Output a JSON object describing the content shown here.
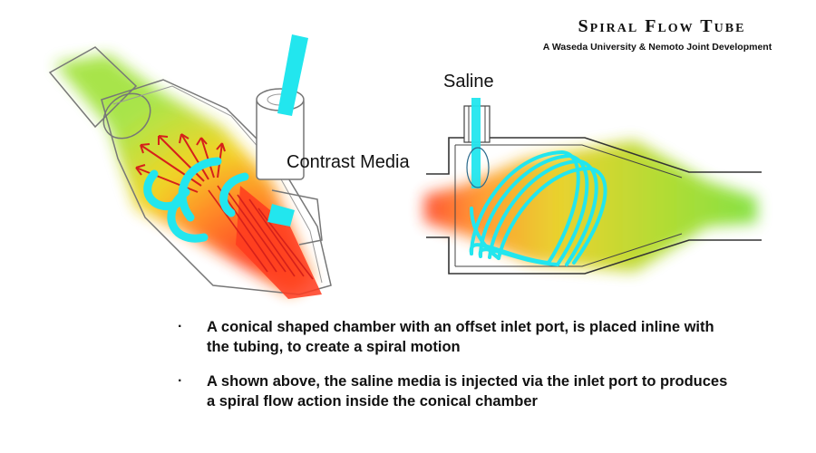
{
  "header": {
    "title": "Spiral Flow Tube",
    "subtitle": "A Waseda University & Nemoto Joint Development"
  },
  "labels": {
    "saline": "Saline",
    "contrast_media": "Contrast Media"
  },
  "bullets": [
    {
      "marker": "·",
      "line1": "A conical shaped chamber with an offset inlet port, is placed inline with",
      "line2": "the tubing, to create a spiral motion"
    },
    {
      "marker": "·",
      "line1": "A shown above, the saline media is injected via the inlet port to produces",
      "line2": "a spiral flow action inside the conical chamber"
    }
  ],
  "colors": {
    "spiral": "#22e6ee",
    "flow_red": "#ff3b1f",
    "flow_yellow": "#f2d21a",
    "flow_green": "#8ee02a",
    "outline": "#6f6f6f"
  }
}
